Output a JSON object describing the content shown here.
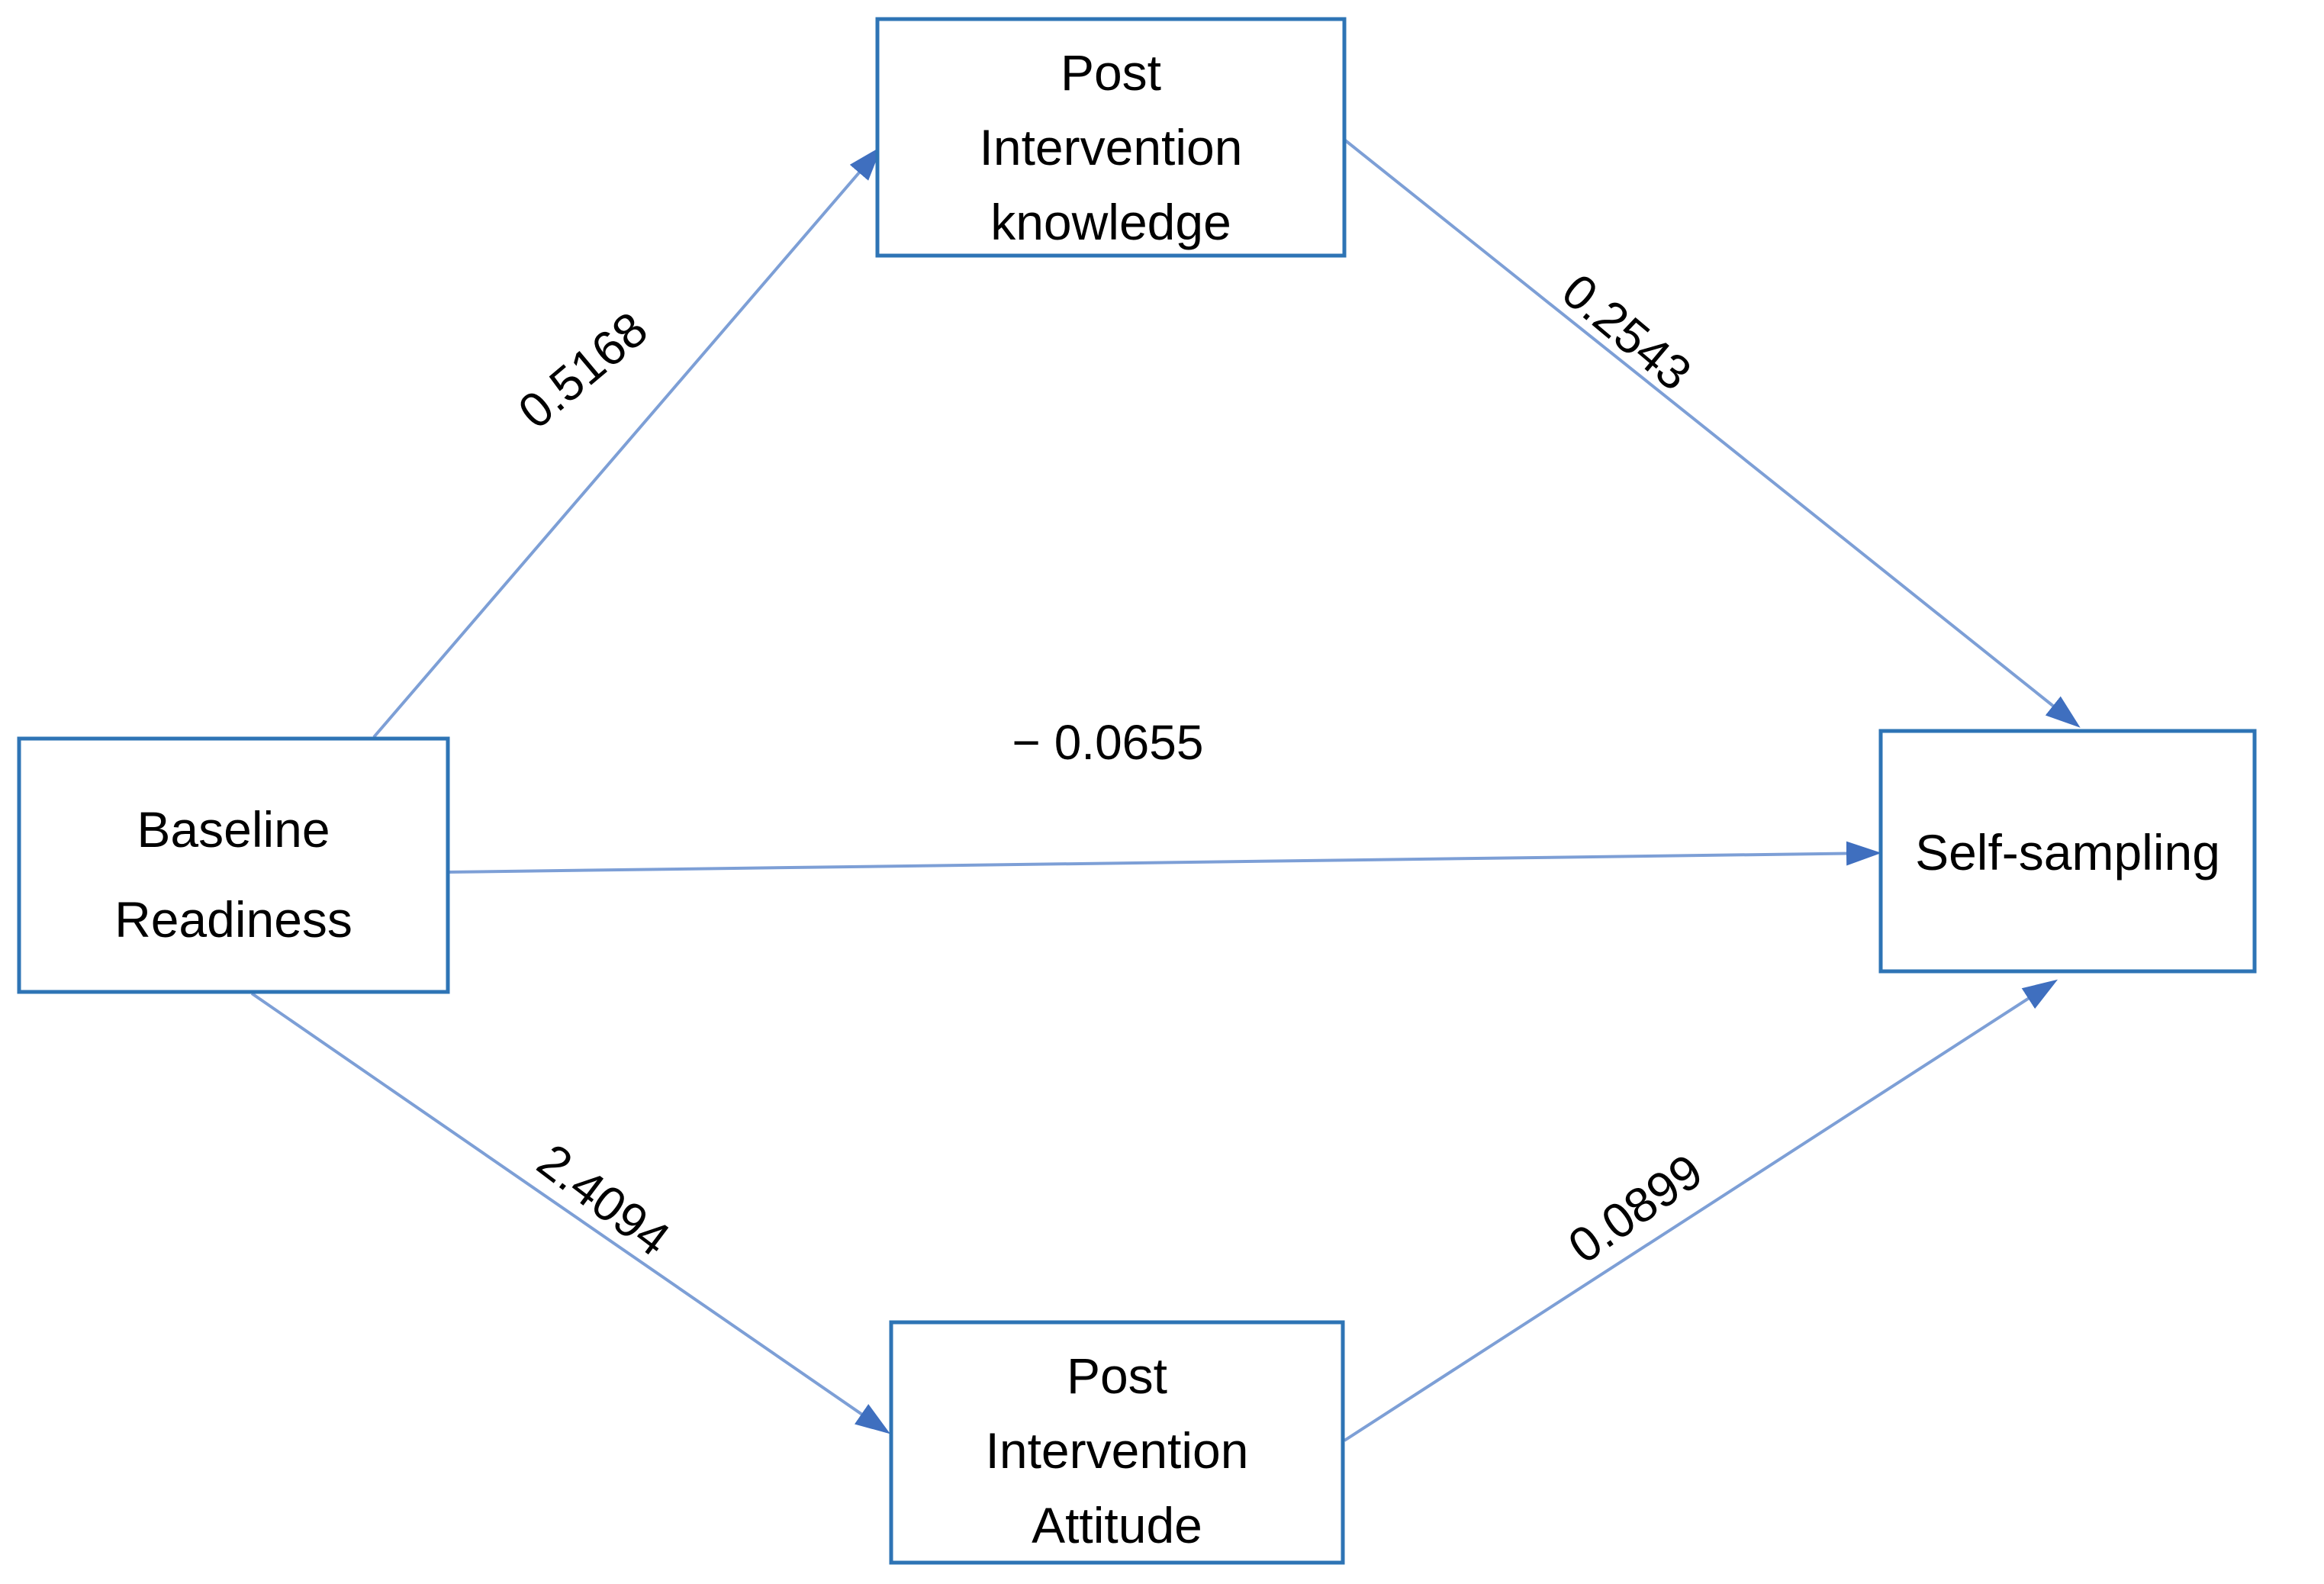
{
  "figure": {
    "type": "path-model-diagram",
    "background": "#ffffff",
    "colors": {
      "box_border": "#2E74B5",
      "arrow_line": "#7D9FD6",
      "arrow_head": "#3F6FBF",
      "text": "#000000"
    }
  },
  "nodes": [
    {
      "id": "post_intervention_knowledge",
      "lines": [
        "Post",
        "Intervention",
        "knowledge"
      ]
    },
    {
      "id": "baseline_readiness",
      "lines": [
        "Baseline",
        "Readiness"
      ]
    },
    {
      "id": "self_sampling",
      "lines": [
        "Self-sampling"
      ]
    },
    {
      "id": "post_intervention_attitude",
      "lines": [
        "Post",
        "Intervention",
        "Attitude"
      ]
    }
  ],
  "edges": [
    {
      "from": "baseline_readiness",
      "to": "post_intervention_knowledge",
      "label": "0.5168"
    },
    {
      "from": "post_intervention_knowledge",
      "to": "self_sampling",
      "label": "0.2543"
    },
    {
      "from": "baseline_readiness",
      "to": "self_sampling",
      "label": "− 0.0655"
    },
    {
      "from": "baseline_readiness",
      "to": "post_intervention_attitude",
      "label": "2.4094"
    },
    {
      "from": "post_intervention_attitude",
      "to": "self_sampling",
      "label": "0.0899"
    }
  ]
}
